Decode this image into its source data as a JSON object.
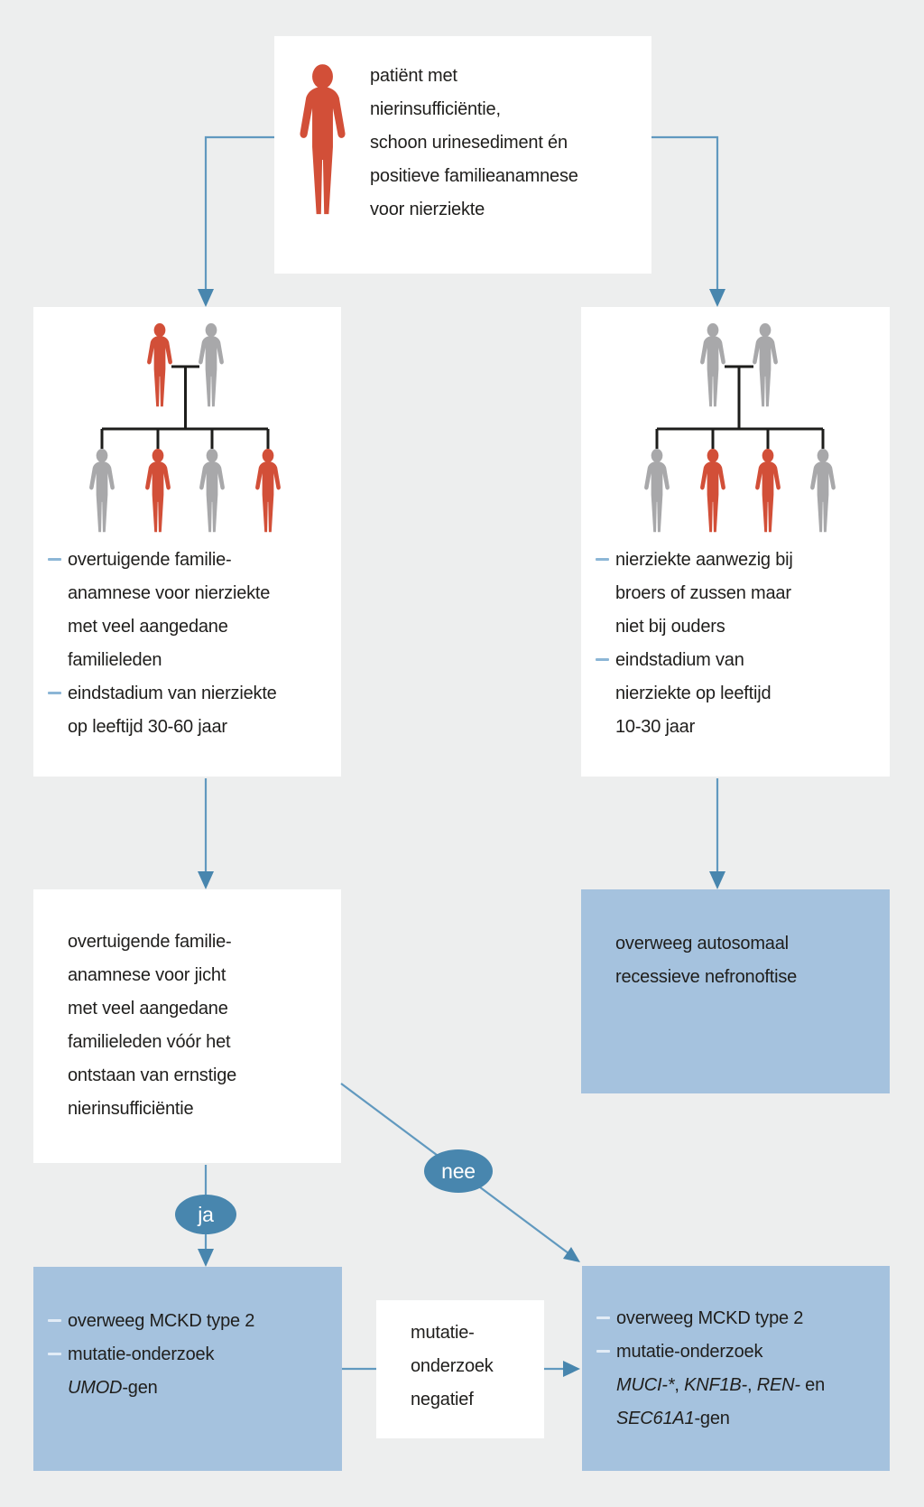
{
  "palette": {
    "bg": "#edeeee",
    "box_white": "#ffffff",
    "box_blue": "#a5c2de",
    "line": "#6199bf",
    "arrow_fill": "#4886ae",
    "red": "#d24f38",
    "gray": "#a8a8aa",
    "pedigree_line": "#1d1d1b",
    "text": "#1f1e1c"
  },
  "title_node": {
    "lines": [
      "patiënt met",
      "nierinsufficiëntie,",
      "schoon urinesediment én",
      "positieve familieanamnese",
      "voor nierziekte"
    ]
  },
  "family_left": {
    "pedigree": {
      "parents": [
        "red",
        "gray"
      ],
      "children": [
        "gray",
        "red",
        "gray",
        "red"
      ]
    },
    "items": [
      {
        "lines": [
          "overtuigende familie-",
          "anamnese voor nierziekte",
          "met veel aangedane",
          "familieleden"
        ]
      },
      {
        "lines": [
          "eindstadium van nierziekte",
          "op leeftijd 30-60 jaar"
        ]
      }
    ]
  },
  "family_right": {
    "pedigree": {
      "parents": [
        "gray",
        "gray"
      ],
      "children": [
        "gray",
        "red",
        "red",
        "gray"
      ]
    },
    "items": [
      {
        "lines": [
          "nierziekte aanwezig bij",
          "broers of zussen maar",
          "niet bij ouders"
        ]
      },
      {
        "lines": [
          "eindstadium van",
          "nierziekte op leeftijd",
          "10-30 jaar"
        ]
      }
    ]
  },
  "gout_node": {
    "lines": [
      "overtuigende familie-",
      "anamnese voor jicht",
      "met veel aangedane",
      "familieleden vóór het",
      "ontstaan van ernstige",
      "nierinsufficiëntie"
    ]
  },
  "nephronophthisis_node": {
    "lines": [
      "overweeg autosomaal",
      "recessieve nefronoftise"
    ]
  },
  "mckd_left_node": {
    "items": [
      {
        "lines": [
          "overweeg MCKD type 2"
        ]
      },
      {
        "lines": [
          "mutatie-onderzoek",
          [
            {
              "t": "UMOD",
              "i": true
            },
            {
              "t": "-gen"
            }
          ]
        ]
      }
    ]
  },
  "negative_node": {
    "lines": [
      "mutatie-",
      "onderzoek",
      "negatief"
    ]
  },
  "mckd_right_node": {
    "items": [
      {
        "lines": [
          "overweeg MCKD type 2"
        ]
      },
      {
        "lines": [
          "mutatie-onderzoek",
          [
            {
              "t": "MUCI-*",
              "i": true
            },
            {
              "t": ", "
            },
            {
              "t": "KNF1B-",
              "i": true
            },
            {
              "t": ", "
            },
            {
              "t": "REN-",
              "i": true
            },
            {
              "t": " en"
            }
          ],
          [
            {
              "t": "SEC61A1",
              "i": true
            },
            {
              "t": "-gen"
            }
          ]
        ]
      }
    ]
  },
  "labels": {
    "ja": "ja",
    "nee": "nee"
  }
}
